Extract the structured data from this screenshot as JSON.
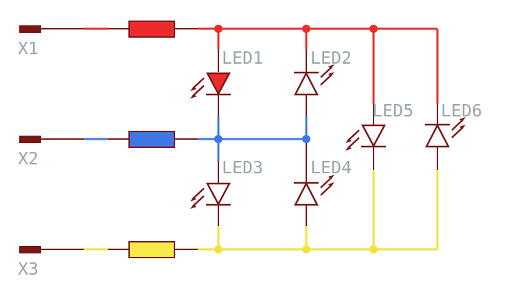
{
  "terminals": [
    {
      "id": "X1",
      "label": "X1"
    },
    {
      "id": "X2",
      "label": "X2"
    },
    {
      "id": "X3",
      "label": "X3"
    }
  ],
  "leds": [
    {
      "id": "LED1",
      "label": "LED1"
    },
    {
      "id": "LED2",
      "label": "LED2"
    },
    {
      "id": "LED3",
      "label": "LED3"
    },
    {
      "id": "LED4",
      "label": "LED4"
    },
    {
      "id": "LED5",
      "label": "LED5"
    },
    {
      "id": "LED6",
      "label": "LED6"
    }
  ],
  "colors": {
    "line_red": "#ee2b2b",
    "line_blue": "#3f78e6",
    "line_yellow": "#f2e33c",
    "component_dark": "#7a1616",
    "resistor_red": "#ee2b2b",
    "resistor_blue": "#3f78e6",
    "resistor_yellow": "#f7ea4a",
    "label_gray": "#9aa6a6"
  }
}
